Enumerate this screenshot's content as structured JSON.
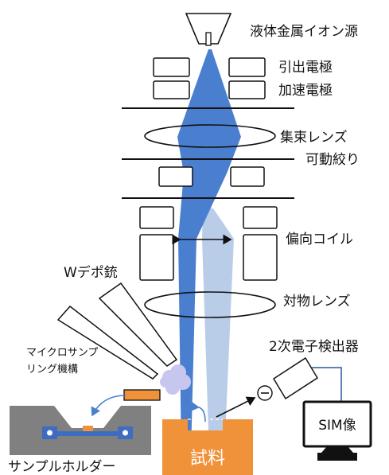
{
  "labels": {
    "ion_source": "液体金属イオン源",
    "extraction_electrode": "引出電極",
    "acceleration_electrode": "加速電極",
    "condenser_lens": "集束レンズ",
    "movable_aperture": "可動絞り",
    "deflection_coil": "偏向コイル",
    "objective_lens": "対物レンズ",
    "w_depo_gun": "Wデポ銃",
    "microsampling_line1": "マイクロサンプ",
    "microsampling_line2": "リング機構",
    "secondary_electron_detector": "2次電子検出器",
    "electron_symbol": "⊖",
    "sim_image": "SIM像",
    "sample": "試料",
    "sample_holder": "サンプルホルダー"
  },
  "colors": {
    "beam": "#4a7fd0",
    "beam_light": "#b9cde9",
    "sample": "#f0923a",
    "holder": "#808080",
    "holder_blue": "#3d6cc0",
    "gas": "#c6c6ee",
    "detector_line": "#2f55a0"
  }
}
